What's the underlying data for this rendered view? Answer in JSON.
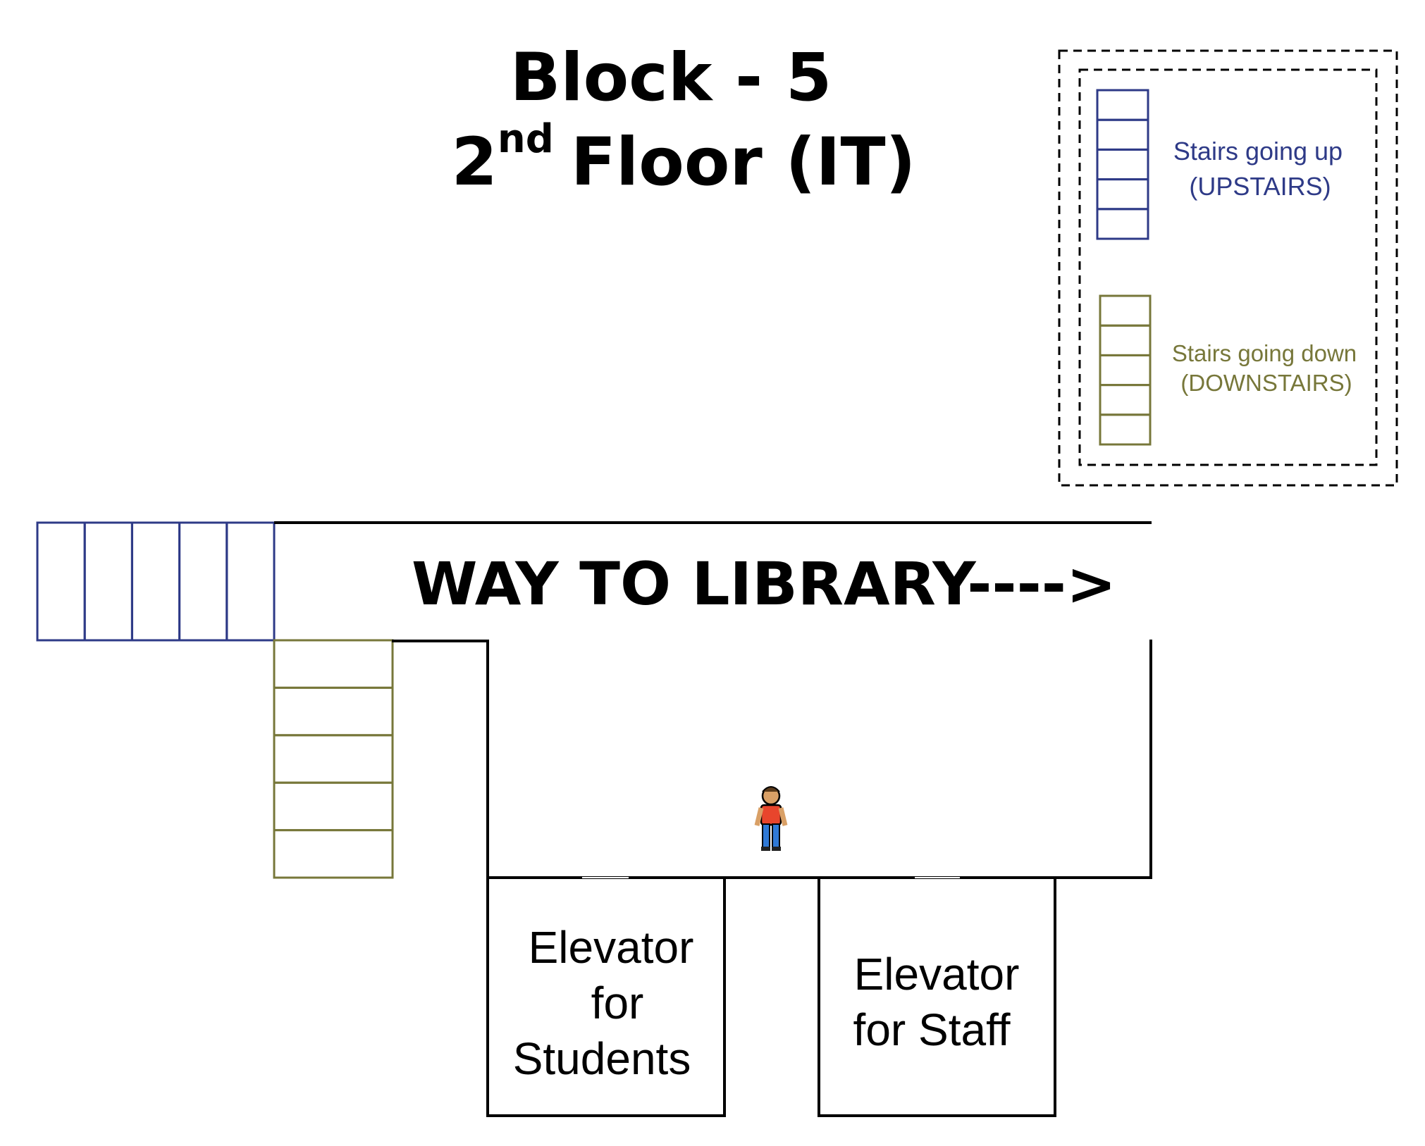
{
  "title": {
    "line1": "Block - 5",
    "floor_number": "2",
    "floor_suffix": "nd",
    "floor_rest": "Floor (IT)"
  },
  "direction_label": "WAY TO LIBRARY---->",
  "elevators": {
    "students": [
      "Elevator",
      "for",
      "Students"
    ],
    "staff": [
      "Elevator",
      "for Staff"
    ]
  },
  "legend": {
    "up": [
      "Stairs going up",
      "(UPSTAIRS)"
    ],
    "down": [
      "Stairs going down",
      "(DOWNSTAIRS)"
    ]
  },
  "colors": {
    "stairs_up": "#2e3a87",
    "stairs_down": "#77773a",
    "walls": "#000000"
  },
  "icons": {
    "person": "person-standing-icon"
  }
}
